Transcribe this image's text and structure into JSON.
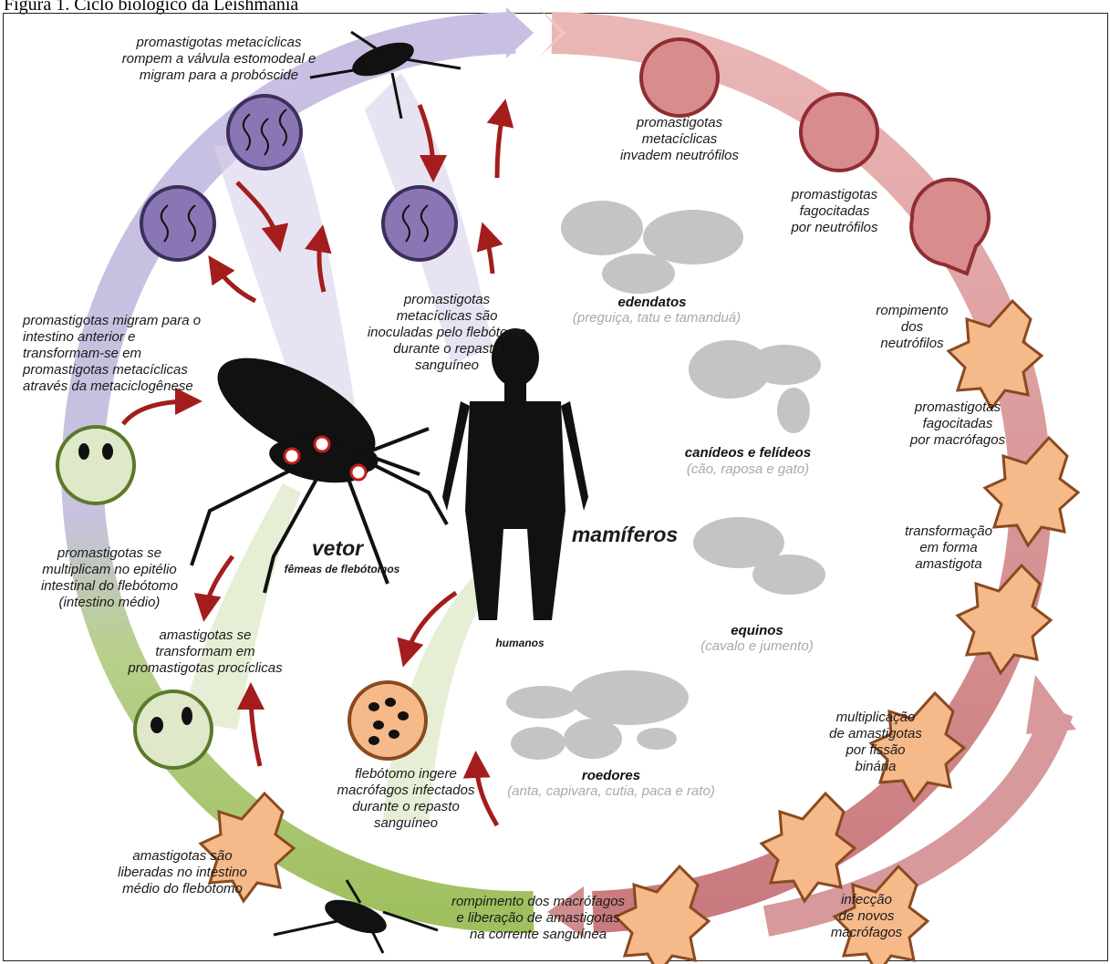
{
  "caption": "Figura 1. Ciclo biológico da Leishmania",
  "labels": {
    "vector_break_valve": "promastigotas metacíclicas\nrompem a válvula estomodeal e\nmigram para a probóscide",
    "vector_migrate": "promastigotas migram para o\nintestino anterior e\ntransformam-se em\npromastigotas metacíclicas\natravés da metaciclogênese",
    "vector_multiply": "promastigotas se\nmultiplicam no epitélio\nintestinal do flebótomo\n(intestino médio)",
    "vector_transform": "amastigotas se\ntransformam em\npromastigotas procíclicas",
    "vector_released": "amastigotas são\nliberadas no intestino\nmédio do flebótomo",
    "inoculated": "promastigotas\nmetacíclicas são\ninoculadas pelo flebótomo\ndurante o repasto\nsanguíneo",
    "ingests": "flebótomo ingere\nmacrófagos infectados\ndurante o repasto\nsanguíneo",
    "macrophage_rupture": "rompimento dos macrófagos\ne liberação de amastigotas\nna corrente sanguínea",
    "invade_neutrophils": "promastigotas\nmetacíclicas\ninvadem neutrófilos",
    "phagocytosed_neutrophils": "promastigotas\nfagocitadas\npor neutrófilos",
    "neutrophil_rupture": "rompimento\ndos\nneutrófilos",
    "phagocytosed_macrophages": "promastigotas\nfagocitadas\npor macrófagos",
    "amastigote_form": "transformação\nem forma\namastigota",
    "binary_fission": "multiplicação\nde amastigotas\npor fissão\nbinária",
    "new_infection": "infecção\nde novos\nmacrófagos",
    "vetor": "vetor",
    "vetor_sub": "fêmeas de flebótomos",
    "mamiferos": "mamíferos",
    "humanos": "humanos"
  },
  "hosts": {
    "edendatos_title": "edendatos",
    "edendatos_sub": "(preguiça, tatu e tamanduá)",
    "canideos_title": "canídeos e felídeos",
    "canideos_sub": "(cão, raposa e gato)",
    "equinos_title": "equinos",
    "equinos_sub": "(cavalo e jumento)",
    "roedores_title": "roedores",
    "roedores_sub": "(anta, capivara, cutia, paca e rato)"
  },
  "colors": {
    "purple_band": "#b7a9d6",
    "purple_cell": "#8b76b5",
    "green_band": "#a6c46a",
    "green_cell": "#dfe8c8",
    "red_band": "#cf8d8f",
    "orange_cell": "#f6b98a",
    "arrow": "#a31d1d",
    "silhouette": "#c4c4c4"
  }
}
